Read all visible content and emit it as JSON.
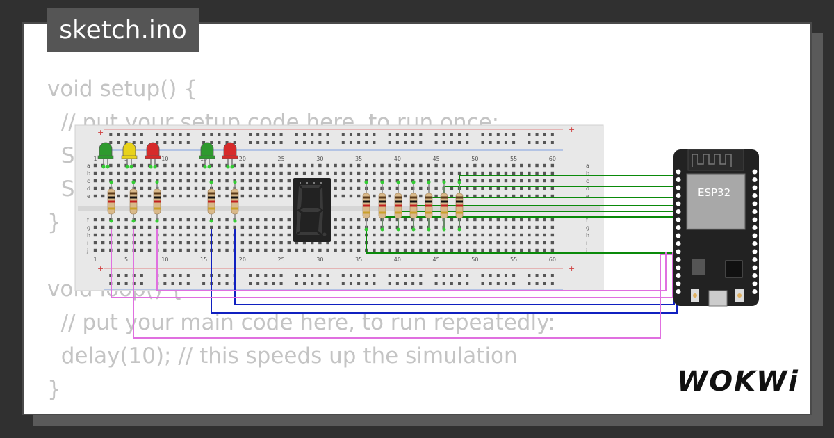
{
  "tab": {
    "title": "sketch.ino"
  },
  "code": {
    "lines": [
      "void setup() {",
      "  // put your setup code here, to run once:",
      "  Se",
      "  Se",
      "}",
      "",
      "void loop() {",
      "  // put your main code here, to run repeatedly:",
      "  delay(10); // this speeds up the simulation",
      "}"
    ]
  },
  "breadboard": {
    "column_labels": [
      "1",
      "5",
      "10",
      "15",
      "20",
      "25",
      "30",
      "35",
      "40",
      "45",
      "50",
      "55",
      "60"
    ],
    "row_labels_top": [
      "a",
      "b",
      "c",
      "d",
      "e"
    ],
    "row_labels_bottom": [
      "f",
      "g",
      "h",
      "i",
      "j"
    ],
    "plus": "+",
    "minus": "-"
  },
  "leds": [
    {
      "color": "#2e9a2e"
    },
    {
      "color": "#e8d21a"
    },
    {
      "color": "#d62b2b"
    },
    {
      "color": "#2e9a2e"
    },
    {
      "color": "#d62b2b"
    }
  ],
  "esp32": {
    "label": "ESP32"
  },
  "brand": {
    "logo": "WOKWi"
  },
  "colors": {
    "background": "#303030",
    "wire_green": "#0a8a0a",
    "wire_blue": "#1020c0",
    "wire_pink": "#e070e0",
    "breadboard": "#e8e8e8",
    "code_text": "#c4c4c4"
  }
}
